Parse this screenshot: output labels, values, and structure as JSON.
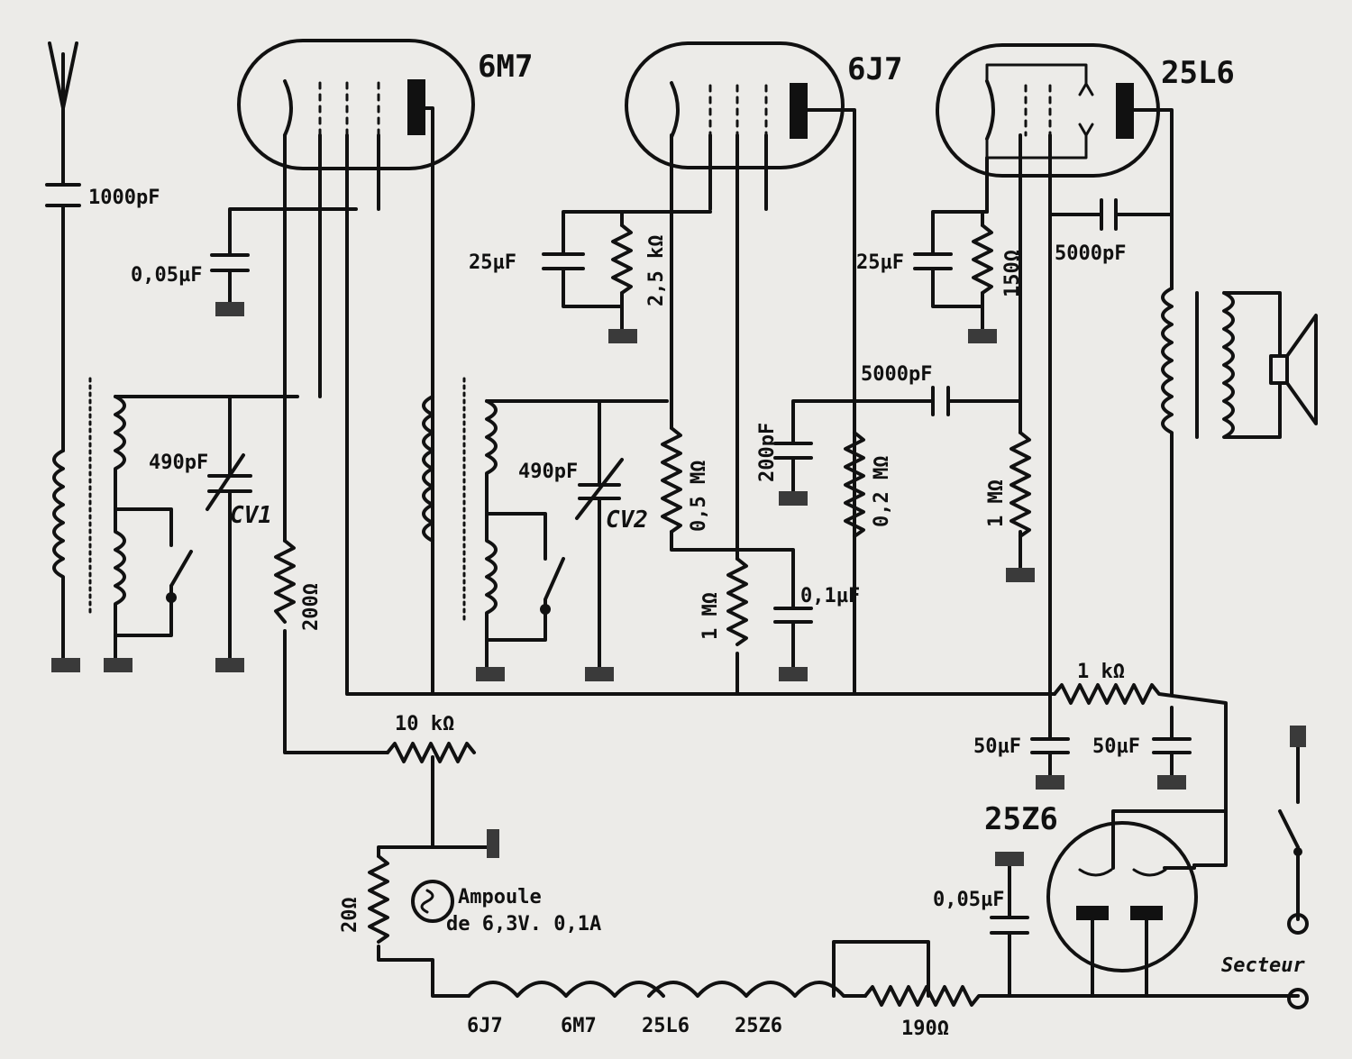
{
  "tubes": {
    "t1": "6M7",
    "t2": "6J7",
    "t3": "25L6",
    "rect": "25Z6"
  },
  "labels": {
    "c_ant": "1000pF",
    "c_agc": "0,05µF",
    "c_cv1": "490pF",
    "cv1": "CV1",
    "r_200": "200Ω",
    "c_25a": "25µF",
    "r_25k": "2,5 kΩ",
    "c_cv2": "490pF",
    "cv2": "CV2",
    "r_05m": "0,5 MΩ",
    "r_1m_a": "1 MΩ",
    "c_01": "0,1µF",
    "c_200p": "200pF",
    "r_02m": "0,2 MΩ",
    "c_5000a": "5000pF",
    "c_25b": "25µF",
    "r_150": "150Ω",
    "c_5000b": "5000pF",
    "r_1m_b": "1 MΩ",
    "r_1k": "1 kΩ",
    "c_50a": "50µF",
    "c_50b": "50µF",
    "r_10k": "10 kΩ",
    "r_20": "20Ω",
    "lamp1": "Ampoule",
    "lamp2": "de 6,3V. 0,1A",
    "c_005b": "0,05µF",
    "r_190": "190Ω",
    "secteur": "Secteur",
    "heater1": "6J7",
    "heater2": "6M7",
    "heater3": "25L6",
    "heater4": "25Z6"
  }
}
